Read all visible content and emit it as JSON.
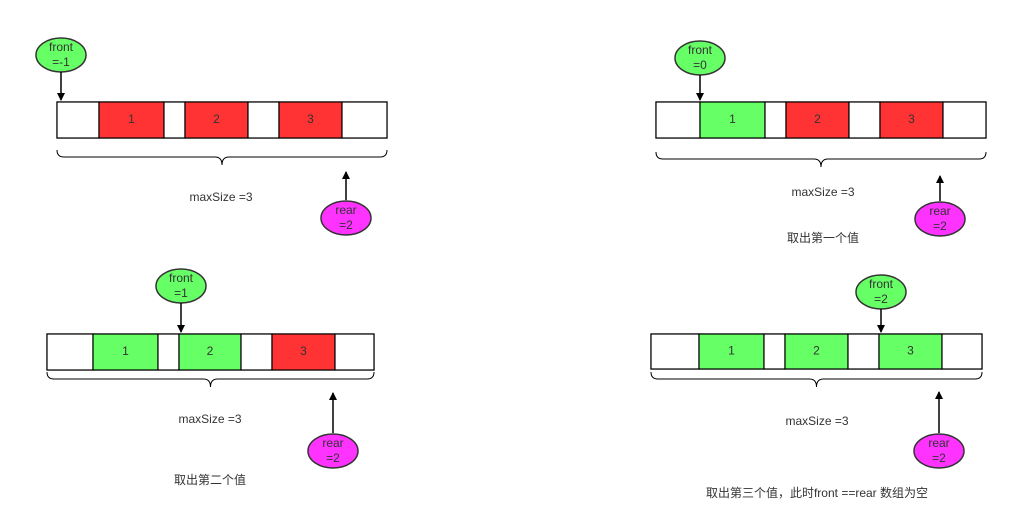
{
  "colors": {
    "stroke": "#000000",
    "filled": "#ff3333",
    "removed": "#66ff66",
    "front_pointer": "#66ff66",
    "rear_pointer": "#ff33ff",
    "text": "#333333"
  },
  "diagrams": [
    {
      "cells": [
        {
          "value": "",
          "state": "empty"
        },
        {
          "value": "1",
          "state": "filled"
        },
        {
          "value": "",
          "state": "empty"
        },
        {
          "value": "2",
          "state": "filled"
        },
        {
          "value": "",
          "state": "empty"
        },
        {
          "value": "3",
          "state": "filled"
        },
        {
          "value": "",
          "state": "empty"
        }
      ],
      "front": {
        "line1": "front",
        "line2": "=-1"
      },
      "rear": {
        "line1": "rear",
        "line2": "=2"
      },
      "size_label": "maxSize =3",
      "caption": ""
    },
    {
      "cells": [
        {
          "value": "",
          "state": "empty"
        },
        {
          "value": "1",
          "state": "removed"
        },
        {
          "value": "",
          "state": "empty"
        },
        {
          "value": "2",
          "state": "filled"
        },
        {
          "value": "",
          "state": "empty"
        },
        {
          "value": "3",
          "state": "filled"
        },
        {
          "value": "",
          "state": "empty"
        }
      ],
      "front": {
        "line1": "front",
        "line2": "=0"
      },
      "rear": {
        "line1": "rear",
        "line2": "=2"
      },
      "size_label": "maxSize =3",
      "caption": "取出第一个值"
    },
    {
      "cells": [
        {
          "value": "",
          "state": "empty"
        },
        {
          "value": "1",
          "state": "removed"
        },
        {
          "value": "",
          "state": "empty"
        },
        {
          "value": "2",
          "state": "removed"
        },
        {
          "value": "",
          "state": "empty"
        },
        {
          "value": "3",
          "state": "filled"
        },
        {
          "value": "",
          "state": "empty"
        }
      ],
      "front": {
        "line1": "front",
        "line2": "=1"
      },
      "rear": {
        "line1": "rear",
        "line2": "=2"
      },
      "size_label": "maxSize =3",
      "caption": "取出第二个值"
    },
    {
      "cells": [
        {
          "value": "",
          "state": "empty"
        },
        {
          "value": "1",
          "state": "removed"
        },
        {
          "value": "",
          "state": "empty"
        },
        {
          "value": "2",
          "state": "removed"
        },
        {
          "value": "",
          "state": "empty"
        },
        {
          "value": "3",
          "state": "removed"
        },
        {
          "value": "",
          "state": "empty"
        }
      ],
      "front": {
        "line1": "front",
        "line2": "=2"
      },
      "rear": {
        "line1": "rear",
        "line2": "=2"
      },
      "size_label": "maxSize =3",
      "caption": "取出第三个值，此时front ==rear 数组为空"
    }
  ]
}
